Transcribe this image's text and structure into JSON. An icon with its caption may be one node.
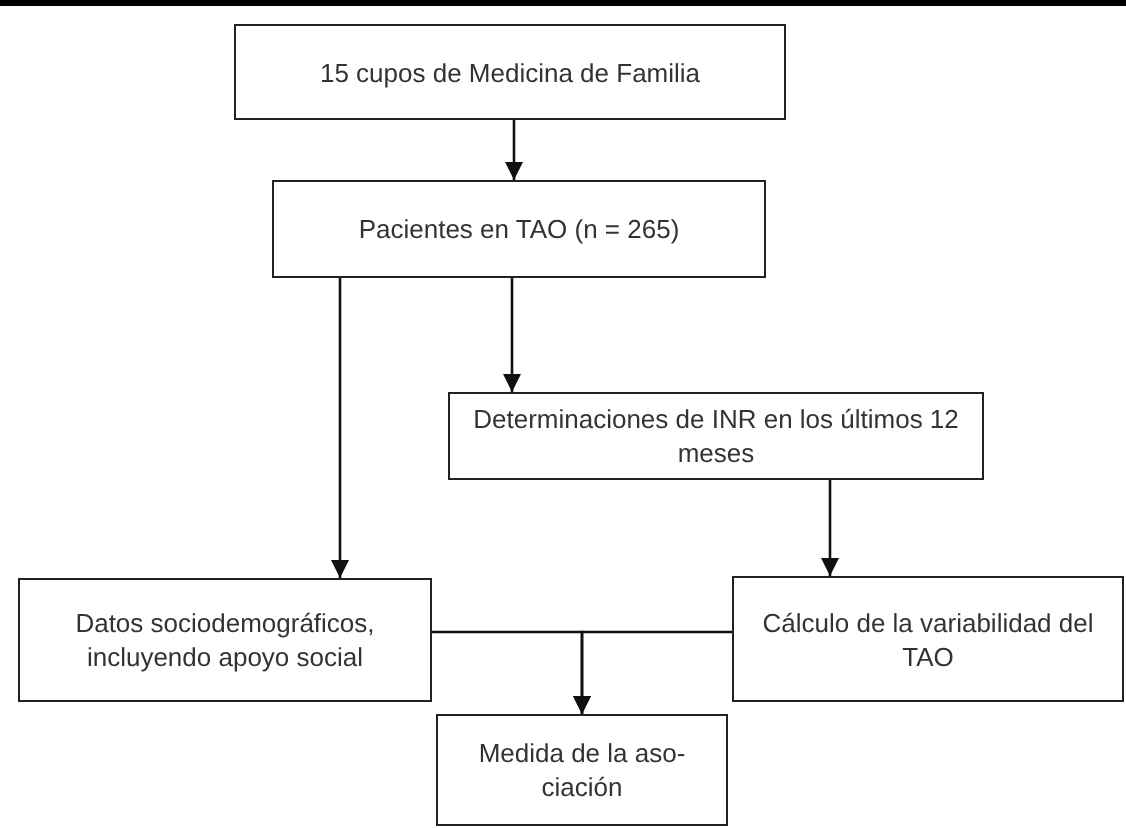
{
  "diagram": {
    "nodes": [
      {
        "text": [
          "15 cupos de Medicina de Familia"
        ]
      },
      {
        "text": [
          "Pacientes en TAO (n = 265)"
        ]
      },
      {
        "text": [
          "Determinaciones de INR en los últimos 12 meses"
        ]
      },
      {
        "text": [
          "Datos sociodemográficos, incluyendo apoyo social"
        ]
      },
      {
        "text": [
          "Cálculo de la variabilidad del TAO"
        ]
      },
      {
        "text": [
          "Medida de la aso- ciación"
        ]
      }
    ],
    "edges": [
      {
        "from": 0,
        "to": 1,
        "arrow": "to"
      },
      {
        "from": 1,
        "to": 3,
        "arrow": "to"
      },
      {
        "from": 1,
        "to": 2,
        "arrow": "to"
      },
      {
        "from": 2,
        "to": 4,
        "arrow": "to"
      },
      {
        "from": 3,
        "to": 5,
        "arrow": "to"
      },
      {
        "from": 4,
        "to": 5,
        "arrow": "to"
      }
    ]
  }
}
